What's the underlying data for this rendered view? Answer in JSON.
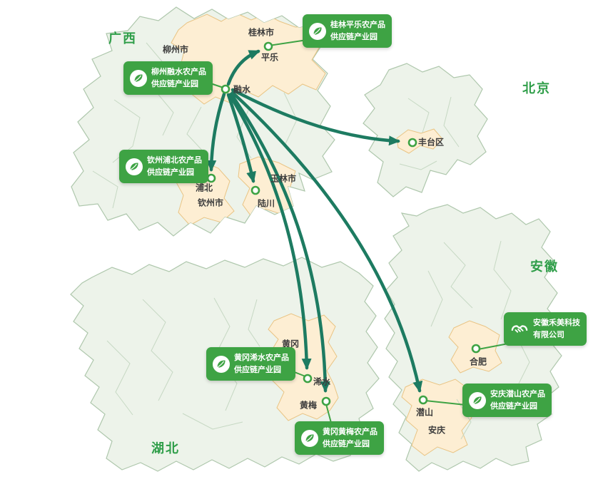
{
  "colors": {
    "province_fill": "#edf3ea",
    "province_border": "#aec7ac",
    "highlight_fill": "#fdeed3",
    "highlight_border": "#e9c484",
    "route_arrow": "#1d7b61",
    "callout_green": "#3ea344",
    "province_label_green": "#2f9e49",
    "city_label_dark": "#3d3d3d"
  },
  "provinces": [
    {
      "id": "guangxi",
      "name": "广西"
    },
    {
      "id": "beijing",
      "name": "北京"
    },
    {
      "id": "anhui",
      "name": "安徽"
    },
    {
      "id": "hubei",
      "name": "湖北"
    }
  ],
  "cities": [
    {
      "id": "liuzhou",
      "name": "柳州市"
    },
    {
      "id": "guilin",
      "name": "桂林市"
    },
    {
      "id": "pingle",
      "name": "平乐"
    },
    {
      "id": "rongshui",
      "name": "融水"
    },
    {
      "id": "yulin",
      "name": "玉林市"
    },
    {
      "id": "pubei",
      "name": "浦北"
    },
    {
      "id": "qinzhou",
      "name": "钦州市"
    },
    {
      "id": "luchuan",
      "name": "陆川"
    },
    {
      "id": "fengtai",
      "name": "丰台区"
    },
    {
      "id": "huanggang",
      "name": "黄冈"
    },
    {
      "id": "xishui",
      "name": "浠水"
    },
    {
      "id": "huangmei",
      "name": "黄梅"
    },
    {
      "id": "hefei",
      "name": "合肥"
    },
    {
      "id": "qianshan",
      "name": "潜山"
    },
    {
      "id": "anqing",
      "name": "安庆"
    }
  ],
  "parks": [
    {
      "id": "guilin-pingle",
      "line1": "桂林平乐农产品",
      "line2": "供应链产业园",
      "icon": "leaf-logo"
    },
    {
      "id": "liuzhou-rongshui",
      "line1": "柳州融水农产品",
      "line2": "供应链产业园",
      "icon": "leaf-logo"
    },
    {
      "id": "qinzhou-pubei",
      "line1": "钦州浦北农产品",
      "line2": "供应链产业园",
      "icon": "leaf-logo"
    },
    {
      "id": "huanggang-xishui",
      "line1": "黄冈浠水农产品",
      "line2": "供应链产业园",
      "icon": "leaf-logo"
    },
    {
      "id": "huanggang-huangmei",
      "line1": "黄冈黄梅农产品",
      "line2": "供应链产业园",
      "icon": "leaf-logo"
    },
    {
      "id": "anhui-hemei",
      "line1": "安徽禾美科技",
      "line2": "有限公司",
      "icon": "handshake"
    },
    {
      "id": "anqing-qianshan",
      "line1": "安庆潜山农产品",
      "line2": "供应链产业园",
      "icon": "leaf-logo"
    }
  ],
  "routes": {
    "origin": "融水",
    "targets": [
      "平乐",
      "丰台区",
      "浦北",
      "陆川",
      "浠水",
      "黄梅",
      "潜山"
    ]
  }
}
